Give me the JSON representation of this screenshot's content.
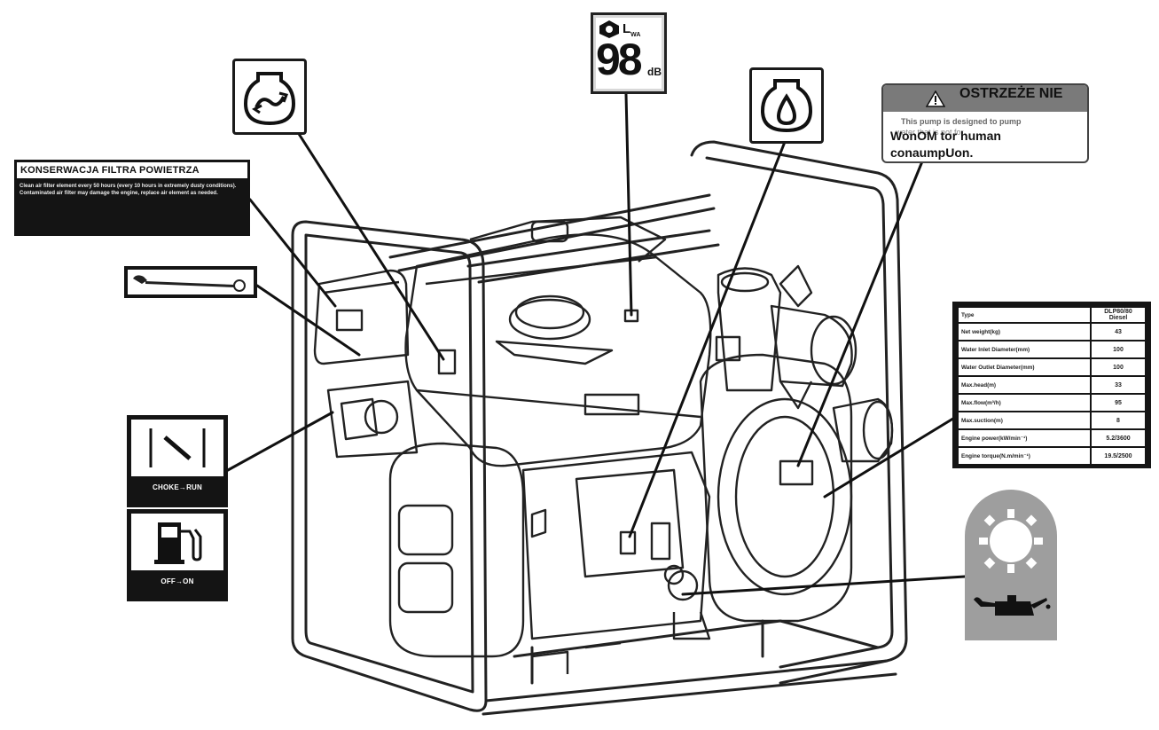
{
  "air_filter_label": {
    "title": "KONSERWACJA FILTRA POWIETRZA",
    "body": "Clean air filter element every 50 hours (every 10 hours in extremely dusty conditions). Contaminated air filter may damage the engine, replace air element as needed."
  },
  "choke_label": {
    "caption": "CHOKE→RUN"
  },
  "fuel_label": {
    "caption": "OFF→ON"
  },
  "noise_label": {
    "lwa": "L",
    "lwa_sub": "WA",
    "value": "98",
    "unit": "dB"
  },
  "warning_label": {
    "title": "OSTRZEŻE NIE",
    "faint_line_1": "This pump is designed to pump",
    "faint_line_2": "water that is not for",
    "message": "WonOM tor human conaumpUon."
  },
  "spec_table": {
    "header": {
      "name": "Type",
      "value": "DLP80/80 Diesel"
    },
    "rows": [
      {
        "name": "Net weight(kg)",
        "value": "43"
      },
      {
        "name": "Water Inlet Diameter(mm)",
        "value": "100"
      },
      {
        "name": "Water Outlet Diameter(mm)",
        "value": "100"
      },
      {
        "name": "Max.head(m)",
        "value": "33"
      },
      {
        "name": "Max.flow(m³/h)",
        "value": "95"
      },
      {
        "name": "Max.suction(m)",
        "value": "8"
      },
      {
        "name": "Engine power(kW/min⁻¹)",
        "value": "5.2/3600"
      },
      {
        "name": "Engine torque(N.m/min⁻¹)",
        "value": "19.5/2500"
      }
    ]
  },
  "colors": {
    "label_dark": "#141414",
    "tag_gray": "#9e9e9e",
    "warn_head": "#7a7a7a",
    "line": "#222222"
  },
  "icons": [
    "engine-rotation-icon",
    "oil-drop-icon",
    "spark-plug-icon",
    "choke-icon",
    "fuel-pump-icon",
    "sun-gear-icon",
    "oil-can-icon",
    "warning-triangle-icon",
    "noise-icon"
  ]
}
